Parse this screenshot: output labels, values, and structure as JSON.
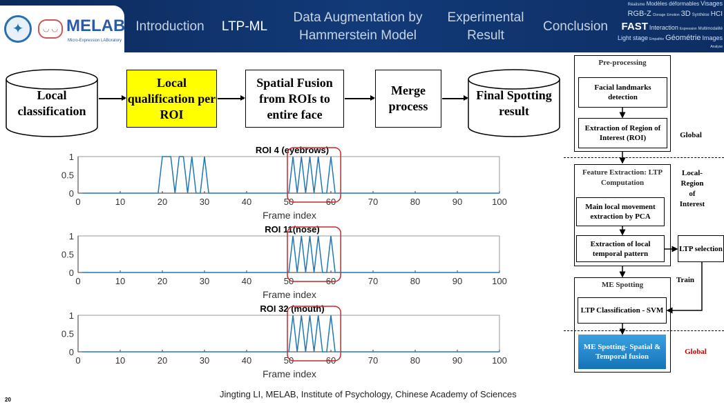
{
  "header": {
    "logo_name": "MELAB",
    "logo_subtitle": "Micro-Expression LABoratory",
    "nav": [
      {
        "label": "Introduction"
      },
      {
        "label": "LTP-ML",
        "active": true
      },
      {
        "label": "Data Augmentation by Hammerstein Model"
      },
      {
        "label": "Experimental Result"
      },
      {
        "label": "Conclusion"
      }
    ],
    "word_cloud": [
      "Réalisme",
      "Modèles déformables",
      "Visages",
      "RGB-Z",
      "Clonage",
      "Emotion",
      "3D",
      "Synthèse",
      "HCI",
      "FAST",
      "Interaction",
      "Expression",
      "Multimodalité",
      "Light stage",
      "Empathie",
      "Géométrie",
      "Images",
      "Analyse"
    ]
  },
  "flow": {
    "steps": [
      "Local classification",
      "Local qualification per ROI",
      "Spatial Fusion from ROIs to entire face",
      "Merge process",
      "Final Spotting result"
    ],
    "highlight_color": "#ffff00"
  },
  "pipeline": {
    "preprocessing_title": "Pre-processing",
    "facial_landmarks": "Facial landmarks detection",
    "roi_extraction": "Extraction of Region of Interest (ROI)",
    "global_label": "Global",
    "feature_title": "Feature Extraction: LTP Computation",
    "pca": "Main local movement extraction by PCA",
    "local_pattern": "Extraction of local temporal pattern",
    "local_label": "Local- Region of Interest",
    "ltp_selection": "LTP selection",
    "train_label": "Train",
    "spotting_title": "ME Spotting",
    "svm": "LTP Classification - SVM",
    "fusion": "ME Spotting- Spatial & Temporal fusion",
    "global_label2": "Global",
    "global2_color": "#c00000",
    "fusion_color": "#1a86c8"
  },
  "chart_data": [
    {
      "type": "line",
      "title": "ROI 4 (eyebrows)",
      "xlabel": "Frame index",
      "xlim": [
        0,
        100
      ],
      "ylim": [
        0,
        1
      ],
      "xticks": [
        "0",
        "10",
        "20",
        "30",
        "40",
        "50",
        "60",
        "70",
        "80",
        "90",
        "100"
      ],
      "yticks": [
        "0",
        "0.5",
        "1"
      ],
      "highlight_range": [
        50,
        62
      ],
      "points": [
        [
          1,
          0
        ],
        [
          19,
          0
        ],
        [
          20,
          1
        ],
        [
          22,
          1
        ],
        [
          23,
          0
        ],
        [
          24,
          1
        ],
        [
          25,
          1
        ],
        [
          26,
          0
        ],
        [
          27,
          1
        ],
        [
          28,
          0
        ],
        [
          29,
          0
        ],
        [
          30,
          1
        ],
        [
          31,
          0
        ],
        [
          50,
          0
        ],
        [
          51,
          1
        ],
        [
          52,
          0
        ],
        [
          53,
          1
        ],
        [
          54,
          0
        ],
        [
          55,
          1
        ],
        [
          56,
          0
        ],
        [
          57,
          1
        ],
        [
          58,
          0
        ],
        [
          59,
          0
        ],
        [
          60,
          1
        ],
        [
          61,
          0
        ],
        [
          100,
          0
        ]
      ]
    },
    {
      "type": "line",
      "title": "ROI 11(nose)",
      "xlabel": "Frame index",
      "xlim": [
        0,
        100
      ],
      "ylim": [
        0,
        1
      ],
      "xticks": [
        "0",
        "10",
        "20",
        "30",
        "40",
        "50",
        "60",
        "70",
        "80",
        "90",
        "100"
      ],
      "yticks": [
        "0",
        "0.5",
        "1"
      ],
      "highlight_range": [
        50,
        62
      ],
      "points": [
        [
          1,
          0
        ],
        [
          50,
          0
        ],
        [
          51,
          1
        ],
        [
          52,
          0
        ],
        [
          53,
          1
        ],
        [
          54,
          0
        ],
        [
          55,
          1
        ],
        [
          56,
          0
        ],
        [
          57,
          1
        ],
        [
          58,
          0
        ],
        [
          59,
          0
        ],
        [
          60,
          1
        ],
        [
          61,
          0
        ],
        [
          100,
          0
        ]
      ]
    },
    {
      "type": "line",
      "title": "ROI 32 (mouth)",
      "xlabel": "Frame index",
      "xlim": [
        0,
        100
      ],
      "ylim": [
        0,
        1
      ],
      "xticks": [
        "0",
        "10",
        "20",
        "30",
        "40",
        "50",
        "60",
        "70",
        "80",
        "90",
        "100"
      ],
      "yticks": [
        "0",
        "0.5",
        "1"
      ],
      "highlight_range": [
        50,
        62
      ],
      "points": [
        [
          1,
          0
        ],
        [
          50,
          0
        ],
        [
          51,
          1
        ],
        [
          52,
          0
        ],
        [
          53,
          1
        ],
        [
          54,
          0
        ],
        [
          55,
          1
        ],
        [
          56,
          0
        ],
        [
          57,
          1
        ],
        [
          58,
          0
        ],
        [
          59,
          0
        ],
        [
          60,
          1
        ],
        [
          61,
          0
        ],
        [
          100,
          0
        ]
      ]
    }
  ],
  "footer": {
    "text": "Jingting LI, MELAB, Institute of Psychology, Chinese Academy of Sciences",
    "page_number": "20"
  }
}
